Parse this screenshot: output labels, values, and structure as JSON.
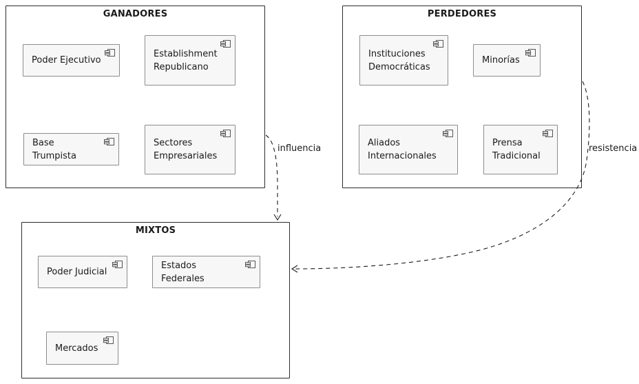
{
  "diagram": {
    "packages": [
      {
        "title": "GANADORES",
        "components": [
          "Poder Ejecutivo",
          "Establishment Republicano",
          "Base Trumpista",
          "Sectores Empresariales"
        ]
      },
      {
        "title": "PERDEDORES",
        "components": [
          "Instituciones Democráticas",
          "Minorías",
          "Aliados Internacionales",
          "Prensa Tradicional"
        ]
      },
      {
        "title": "MIXTOS",
        "components": [
          "Poder Judicial",
          "Estados Federales",
          "Mercados"
        ]
      }
    ],
    "edges": [
      {
        "label": "influencia"
      },
      {
        "label": "resistencia"
      }
    ],
    "colors": {
      "component_fill": "#f7f7f7",
      "component_border": "#8c8c8c",
      "package_border": "#2b2b2b",
      "line": "#1a1a1a",
      "text": "#1a1a1a"
    }
  }
}
